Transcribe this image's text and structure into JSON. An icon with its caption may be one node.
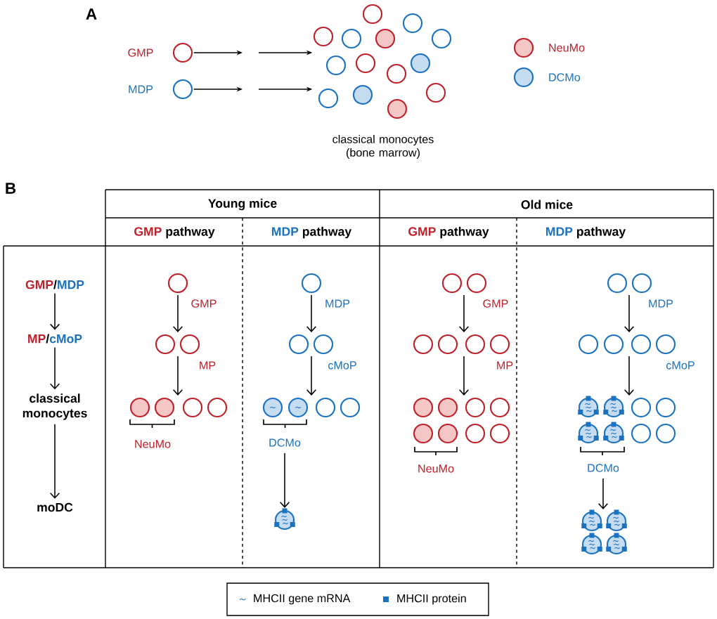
{
  "diagram": {
    "nodes": [
      {
        "text": [],
        "shape": "circle",
        "beside": [
          "GMP"
        ]
      },
      {
        "text": [],
        "shape": "circle",
        "beside": [
          "classical monocytes (bone marrow)"
        ]
      },
      {
        "text": [],
        "shape": "circle",
        "beside": [
          "MDP"
        ]
      },
      {
        "text": [
          "GMP",
          "/",
          "MDP"
        ]
      },
      {
        "text": [],
        "shape": "circle",
        "beside": [
          "GMP"
        ]
      },
      {
        "text": [],
        "shape": "circle",
        "beside": [
          "MDP"
        ]
      },
      {
        "text": [],
        "shape": "circle",
        "beside": [
          "GMP"
        ]
      },
      {
        "text": [],
        "shape": "circle",
        "beside": [
          "MDP"
        ]
      },
      {
        "text": [
          "MP",
          "/",
          "cMoP"
        ]
      },
      {
        "text": [],
        "shape": "circle",
        "beside": [
          "MP"
        ]
      },
      {
        "text": [],
        "shape": "circle",
        "beside": [
          "cMoP"
        ]
      },
      {
        "text": [],
        "shape": "circle",
        "beside": [
          "MP"
        ]
      },
      {
        "text": [],
        "shape": "circle",
        "beside": [
          "cMoP"
        ]
      },
      {
        "text": [
          "classical monocytes"
        ]
      },
      {
        "text": [],
        "shape": "circle",
        "beside": [
          "NeuMo"
        ]
      },
      {
        "text": [],
        "shape": "circle",
        "beside": [
          "DCMo"
        ]
      },
      {
        "text": [],
        "shape": "circle",
        "beside": [
          "NeuMo"
        ]
      },
      {
        "text": [],
        "shape": "circle",
        "beside": [
          "DCMo"
        ]
      },
      {
        "text": [
          "moDC"
        ]
      },
      {
        "text": [],
        "shape": "circle"
      },
      {
        "text": [],
        "shape": "circle"
      }
    ],
    "edges": [
      {
        "from": 0,
        "to": null,
        "arrow": "to"
      },
      {
        "from": null,
        "to": 1,
        "arrow": "to"
      },
      {
        "from": 2,
        "to": null,
        "arrow": "to"
      },
      {
        "from": null,
        "to": 1,
        "arrow": "to"
      },
      {
        "from": 3,
        "to": 8,
        "arrow": "to"
      },
      {
        "from": 8,
        "to": 13,
        "arrow": "to"
      },
      {
        "from": 13,
        "to": 18,
        "arrow": "to"
      },
      {
        "from": 4,
        "to": 9,
        "arrow": "to"
      },
      {
        "from": 9,
        "to": 14,
        "arrow": "to"
      },
      {
        "from": 5,
        "to": 10,
        "arrow": "to"
      },
      {
        "from": 10,
        "to": 15,
        "arrow": "to"
      },
      {
        "from": 15,
        "to": 19,
        "arrow": "to"
      },
      {
        "from": 6,
        "to": 11,
        "arrow": "to"
      },
      {
        "from": 11,
        "to": 16,
        "arrow": "to"
      },
      {
        "from": 7,
        "to": 12,
        "arrow": "to"
      },
      {
        "from": 12,
        "to": 17,
        "arrow": "to"
      },
      {
        "from": 17,
        "to": 20,
        "arrow": "to"
      }
    ],
    "labels": [
      "A",
      "B",
      "Young mice",
      "Old mice",
      "GMP",
      "pathway",
      "MDP",
      "pathway",
      "GMP",
      "pathway",
      "MDP",
      "pathway"
    ],
    "legend": [
      {
        "text": "NeuMo",
        "color": "#f4c7c7"
      },
      {
        "text": "DCMo",
        "color": "#c5dcf1"
      },
      {
        "text": "MHCII gene mRNA"
      },
      {
        "text": "MHCII protein"
      }
    ]
  }
}
